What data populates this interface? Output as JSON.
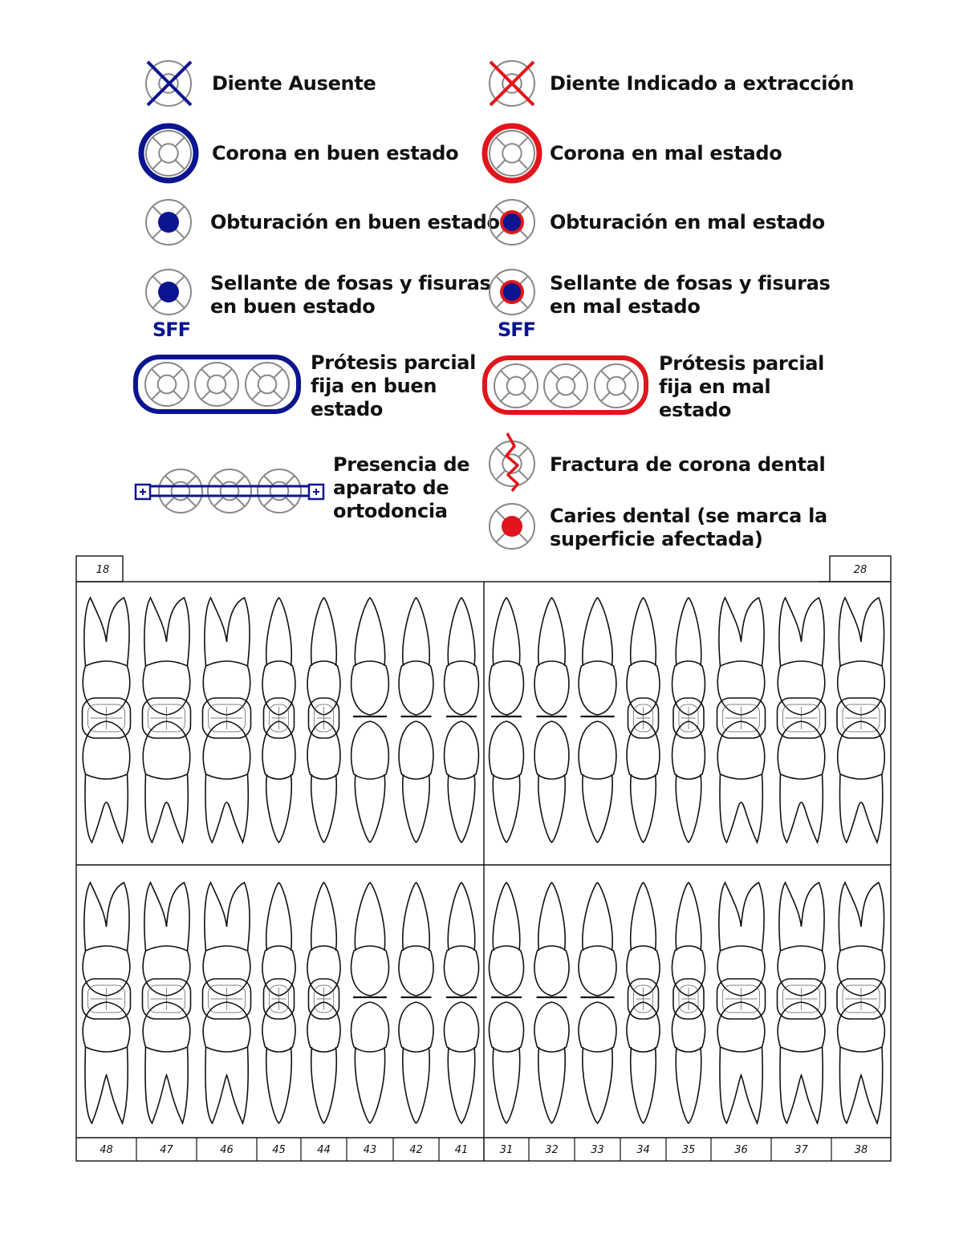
{
  "colors": {
    "good": "#0b1590",
    "bad": "#e0161c",
    "outline": "#888888",
    "ink": "#111111"
  },
  "legend": {
    "absent": "Diente Ausente",
    "extraction": "Diente Indicado a extracción",
    "crown_good": "Corona en buen estado",
    "crown_bad": "Corona en mal estado",
    "filling_good": "Obturación en buen estado",
    "filling_bad": "Obturación en mal estado",
    "sealant_good": "Sellante de fosas y fisuras\nen buen estado",
    "sealant_bad": "Sellante de fosas y fisuras\nen mal estado",
    "sff_label": "SFF",
    "bridge_good": "Prótesis parcial\nfija en buen\nestado",
    "bridge_bad": "Prótesis parcial\nfija en mal\nestado",
    "ortho": "Presencia de\naparato de\nortodoncia",
    "fracture": "Fractura de corona dental",
    "caries": "Caries dental (se marca la\nsuperficie afectada)"
  },
  "odontogram": {
    "upper_right_corner": "18",
    "upper_left_corner": "28",
    "lower_teeth": [
      "48",
      "47",
      "46",
      "45",
      "44",
      "43",
      "42",
      "41",
      "31",
      "32",
      "33",
      "34",
      "35",
      "36",
      "37",
      "38"
    ]
  }
}
